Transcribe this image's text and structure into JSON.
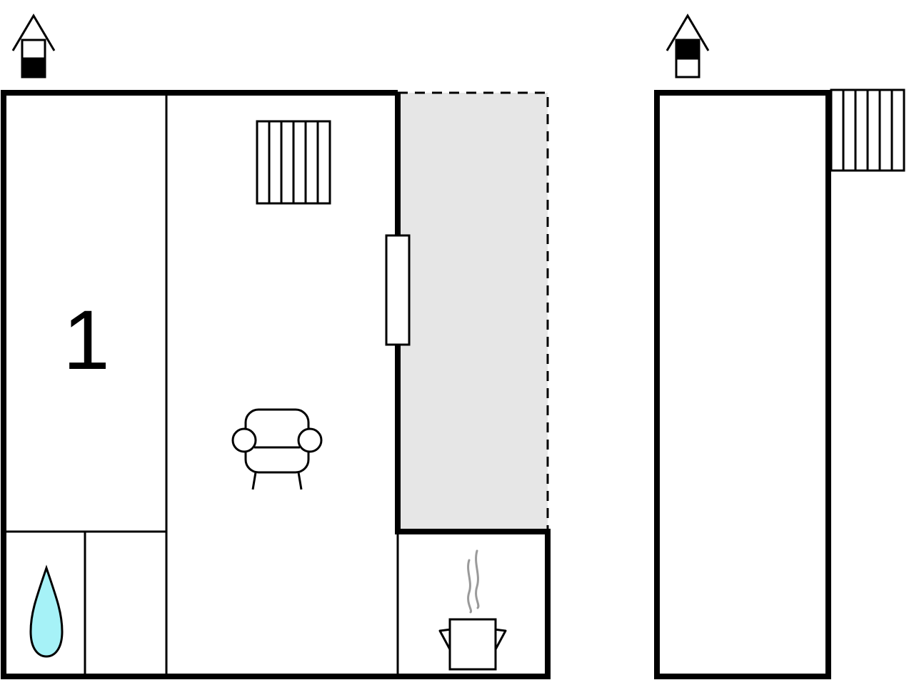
{
  "floor_plans": [
    {
      "id": "ground-floor",
      "rooms": [
        {
          "id": "bedroom",
          "label": "1"
        },
        {
          "id": "living-room",
          "icon": "armchair-icon"
        },
        {
          "id": "terrace"
        },
        {
          "id": "bathroom",
          "icon": "water-drop-icon"
        },
        {
          "id": "toilet"
        },
        {
          "id": "kitchen",
          "icon": "cooking-pot-icon"
        }
      ],
      "level_indicator": {
        "icon": "house-level-icon",
        "level": "lower"
      },
      "stairs": {
        "icon": "stairs-icon"
      },
      "window": {
        "icon": "window-icon"
      }
    },
    {
      "id": "upper-floor",
      "level_indicator": {
        "icon": "house-level-icon",
        "level": "upper"
      },
      "stairs": {
        "icon": "stairs-icon"
      }
    }
  ],
  "colors": {
    "wall": "#000000",
    "terrace_fill": "#e6e6e6",
    "water": "#a6f2f7",
    "steam": "#9a9a9a"
  }
}
